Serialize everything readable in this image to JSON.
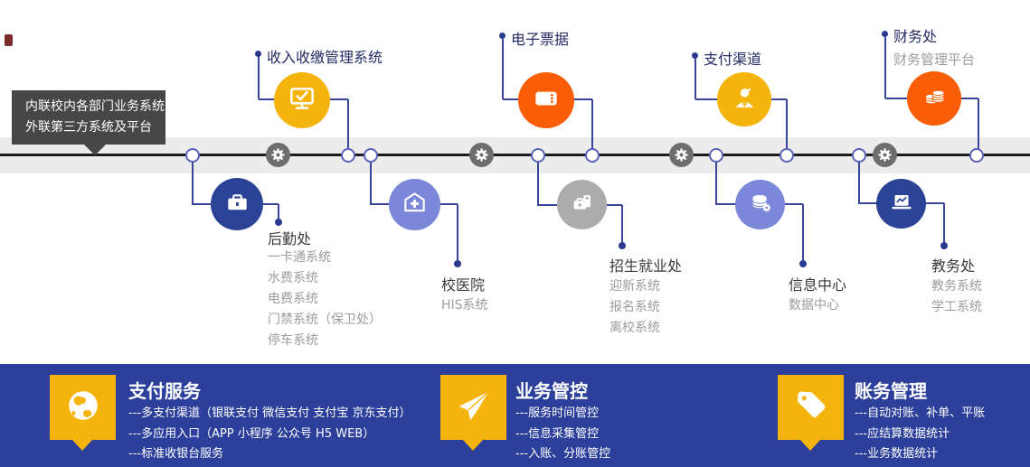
{
  "tooltip": {
    "line1": "内联校内各部门业务系统",
    "line2": "外联第三方系统及平台"
  },
  "top_branches": [
    {
      "label": "收入收缴管理系统",
      "icon": "monitor-check-icon",
      "color": "#F5B40C"
    },
    {
      "label": "电子票据",
      "icon": "ticket-icon",
      "color": "#F95D06"
    },
    {
      "label": "支付渠道",
      "icon": "payment-person-icon",
      "color": "#F5B40C"
    },
    {
      "label": "财务处",
      "sub": "财务管理平台",
      "icon": "coins-icon",
      "color": "#F95D06"
    }
  ],
  "bottom_branches": [
    {
      "label": "后勤处",
      "icon": "briefcase-icon",
      "color": "#2B4397",
      "items": [
        "一卡通系统",
        "水费系统",
        "电费系统",
        "门禁系统（保卫处）",
        "停车系统"
      ]
    },
    {
      "label": "校医院",
      "icon": "hospital-icon",
      "color": "#7B87D9",
      "items": [
        "HIS系统"
      ]
    },
    {
      "label": "招生就业处",
      "icon": "admission-case-icon",
      "color": "#ACACAC",
      "items": [
        "迎新系统",
        "报名系统",
        "离校系统"
      ]
    },
    {
      "label": "信息中心",
      "icon": "database-gear-icon",
      "color": "#7B87D9",
      "items": [
        "数据中心"
      ]
    },
    {
      "label": "教务处",
      "icon": "laptop-chart-icon",
      "color": "#2B4397",
      "items": [
        "教务系统",
        "学工系统"
      ]
    }
  ],
  "footer_sections": [
    {
      "title": "支付服务",
      "icon": "globe-icon",
      "lines": [
        "---多支付渠道（银联支付 微信支付 支付宝 京东支付）",
        "---多应用入口（APP 小程序 公众号 H5 WEB）",
        "---标准收银台服务"
      ]
    },
    {
      "title": "业务管控",
      "icon": "paper-plane-icon",
      "lines": [
        "---服务时间管控",
        "---信息采集管控",
        "---入账、分账管控"
      ]
    },
    {
      "title": "账务管理",
      "icon": "tag-icon",
      "lines": [
        "---自动对账、补单、平账",
        "---应结算数据统计",
        "---业务数据统计"
      ]
    }
  ],
  "colors": {
    "yellow": "#F5B40C",
    "orange": "#F95D06",
    "dark_blue": "#2B4397",
    "lavender": "#7B87D9",
    "gray_circle": "#ACACAC",
    "gear_gray": "#6E6E6E",
    "connector_blue": "#3A449B",
    "node_border": "#5A63B8",
    "timeline_black": "#1C1C1C",
    "band_gray": "#ECECEC",
    "tooltip_gray": "#474747",
    "footer_blue": "#2B3F9B",
    "title_navy": "#232C64",
    "muted_gray": "#9C9C9C"
  },
  "icons": {
    "timeline_connector": "gear-icon"
  }
}
